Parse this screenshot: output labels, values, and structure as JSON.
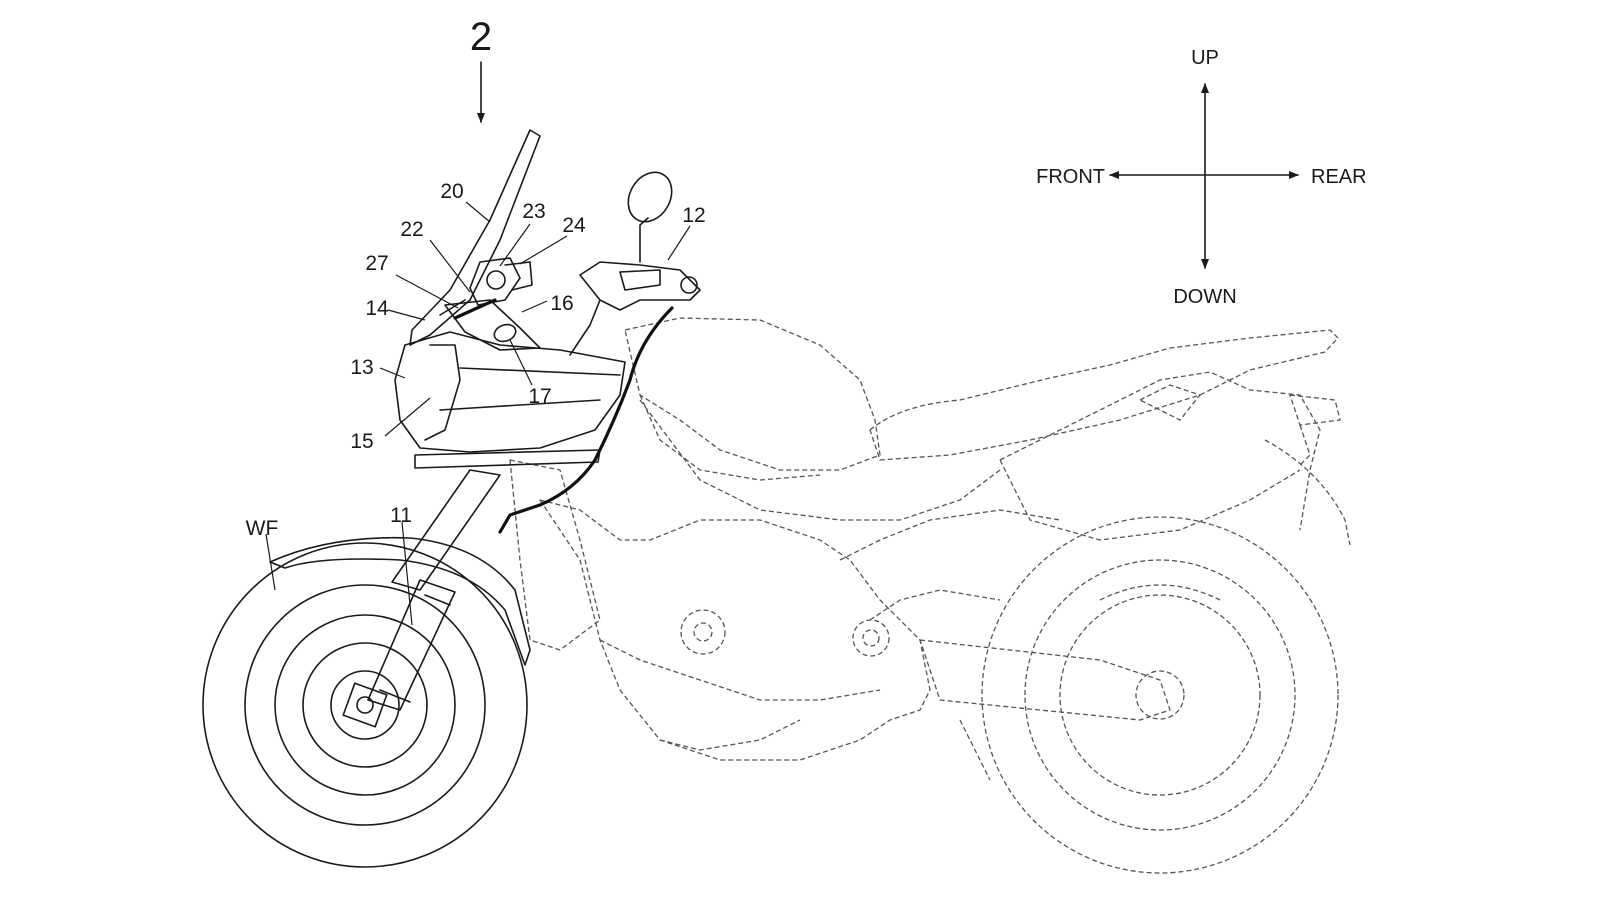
{
  "figure": {
    "view_label": "2",
    "directions": {
      "up": "UP",
      "down": "DOWN",
      "front": "FRONT",
      "rear": "REAR"
    },
    "reference_numerals": {
      "n11": "11",
      "n12": "12",
      "n13": "13",
      "n14": "14",
      "n15": "15",
      "n16": "16",
      "n17": "17",
      "n20": "20",
      "n22": "22",
      "n23": "23",
      "n24": "24",
      "n27": "27",
      "wf": "WF"
    }
  }
}
